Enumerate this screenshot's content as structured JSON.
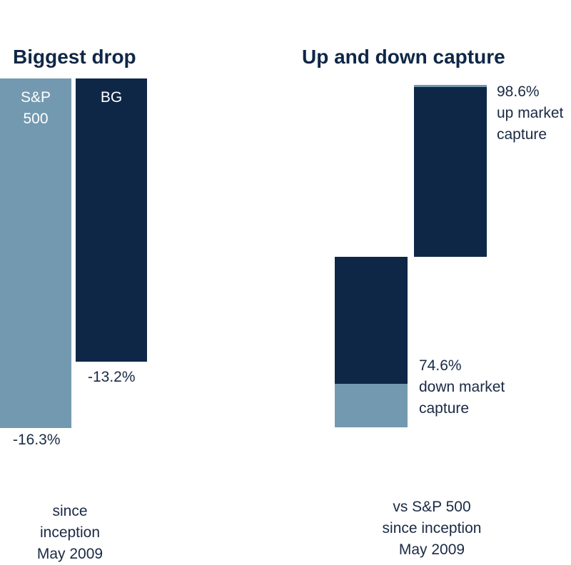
{
  "colors": {
    "dark": "#0f2747",
    "light": "#7399b0",
    "text": "#1a2a44"
  },
  "chart_data": [
    {
      "type": "bar",
      "title": "Biggest drop",
      "categories": [
        "S&P 500",
        "BG"
      ],
      "category_labels": [
        [
          "S&P",
          "500"
        ],
        [
          "BG"
        ]
      ],
      "values": [
        -16.3,
        -13.2
      ],
      "value_labels": [
        "-16.3%",
        "-13.2%"
      ],
      "ylim": [
        -16.3,
        0
      ],
      "footnote": [
        "since",
        "inception",
        "May 2009"
      ]
    },
    {
      "type": "bar",
      "title": "Up and down capture",
      "categories": [
        "down market capture",
        "up market capture"
      ],
      "values": [
        74.6,
        98.6
      ],
      "value_labels": [
        [
          "74.6%",
          "down market",
          "capture"
        ],
        [
          "98.6%",
          "up market",
          "capture"
        ]
      ],
      "baseline": 100,
      "footnote": [
        "vs S&P 500",
        "since inception",
        "May 2009"
      ]
    }
  ]
}
